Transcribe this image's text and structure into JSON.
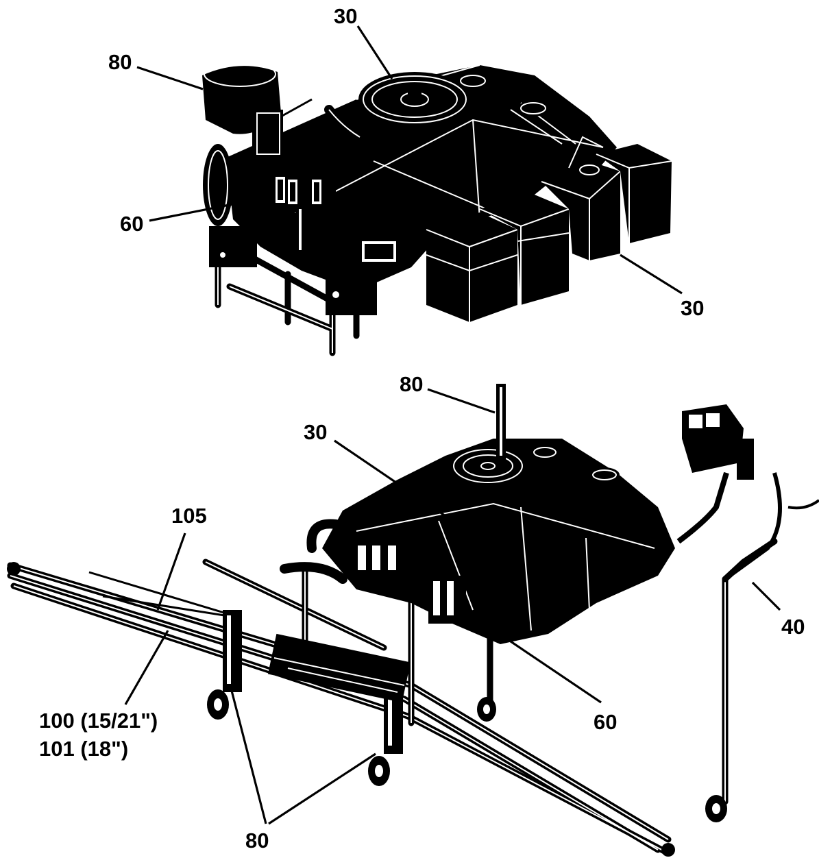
{
  "colors": {
    "ink": "#000000",
    "paper": "#ffffff"
  },
  "top_view": {
    "callouts": {
      "label_30_top": "30",
      "label_80": "80",
      "label_60": "60",
      "label_30_right": "30"
    }
  },
  "bottom_view": {
    "callouts": {
      "label_80_top": "80",
      "label_30": "30",
      "label_105": "105",
      "label_40": "40",
      "label_100": "100 (15/21\")",
      "label_101": "101 (18\")",
      "label_60": "60",
      "label_80_bottom": "80"
    }
  }
}
